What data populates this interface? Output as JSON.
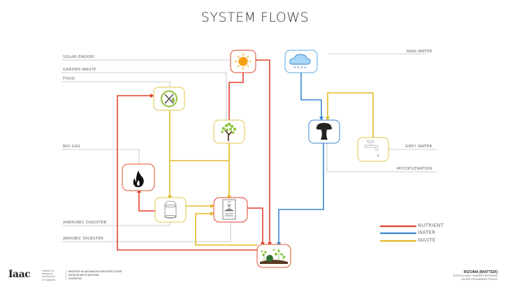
{
  "title": "SYSTEM FLOWS",
  "colors": {
    "nutrient": "#e0422c",
    "water": "#3a86d0",
    "waste": "#e3b826",
    "label_line": "#b8b8b8"
  },
  "nodes": [
    {
      "id": "solar",
      "icon": "sun-icon",
      "border": "nutrient"
    },
    {
      "id": "rain",
      "icon": "rain-cloud-icon",
      "border": "water"
    },
    {
      "id": "food",
      "icon": "fork-knife-icon",
      "border": "waste"
    },
    {
      "id": "tree",
      "icon": "tree-icon",
      "border": "waste"
    },
    {
      "id": "mushroom",
      "icon": "mushroom-icon",
      "border": "water"
    },
    {
      "id": "tap",
      "icon": "water-tap-icon",
      "border": "waste"
    },
    {
      "id": "biogas",
      "icon": "flame-icon",
      "border": "nutrient"
    },
    {
      "id": "anaerobic",
      "icon": "digester-tank-icon",
      "border": "waste"
    },
    {
      "id": "aerobic",
      "icon": "compost-bin-icon",
      "border": "nutrient"
    },
    {
      "id": "garden",
      "icon": "plants-soil-icon",
      "border": "nutrient"
    }
  ],
  "labels": {
    "solar_energy": "SOLAR ENGERY",
    "garden_waste": "GARDEN WASTE",
    "food": "FOOD",
    "bio_gas": "BIO GAS",
    "anaerobic_digester": "ANEROBIC DIGESTER",
    "aerobic_digester": "AEROBIC DIGESTER",
    "rain_water": "RAIN WATER",
    "grey_water": "GREY WATER",
    "mycofiltration": "MYCOFILTRATION"
  },
  "legend": [
    {
      "key": "nutrient",
      "label": "NUTRIENT"
    },
    {
      "key": "water",
      "label": "WATER"
    },
    {
      "key": "waste",
      "label": "WASTE"
    }
  ],
  "footer": {
    "logo": "Iaac",
    "institute": [
      "institute for",
      "advanced",
      "architecture",
      "of Catalonia"
    ],
    "program": [
      "MASTER IN ADVANCED ARCHITECTURE",
      "DESIGN WITH NATURE",
      "2015/2016"
    ],
    "project": "RIZOMA [MATTER]",
    "authors": [
      "JESSICA DIAS / ANDRES RESENDE",
      "JAVIER FERNANDEZ PONCE"
    ]
  }
}
